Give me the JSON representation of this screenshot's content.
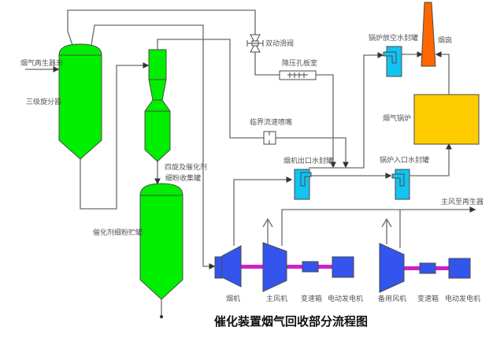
{
  "title": "催化装置烟气回收部分流程图",
  "labels": {
    "regenerator_flue_gas": "烟气再生器来",
    "third_stage_separator": "三级旋分器",
    "fourth_stage_separator": "四旋及催化剂",
    "fourth_stage_separator_2": "细粉收集罐",
    "catalyst_fines_tank": "催化剂细粉贮罐",
    "double_slide_valve": "双动滑阀",
    "pressure_reducing_orifice": "降压孔板室",
    "critical_flow_nozzle": "临界流速喷嘴",
    "expander_outlet_seal": "烟机出口水封罐",
    "boiler_vent_seal": "锅炉放空水封罐",
    "boiler_inlet_seal": "锅炉入口水封罐",
    "chimney": "烟囱",
    "waste_heat_boiler": "烟气锅炉",
    "main_air_to_regenerator": "主风至再生器",
    "expander": "烟机",
    "main_blower": "主风机",
    "gearbox_1": "变速箱",
    "motor_generator_1": "电动发电机",
    "standby_blower": "备用风机",
    "gearbox_2": "变速箱",
    "motor_generator_2": "电动发电机"
  },
  "colors": {
    "separator_green": "#00ee00",
    "seal_tank_blue": "#14c3f0",
    "machine_blue": "#3355ee",
    "shaft_magenta": "#cc22cc",
    "chimney_orange": "#ff6600",
    "boiler_yellow": "#ffcc00",
    "pipe_gray": "#6b6b6b"
  }
}
